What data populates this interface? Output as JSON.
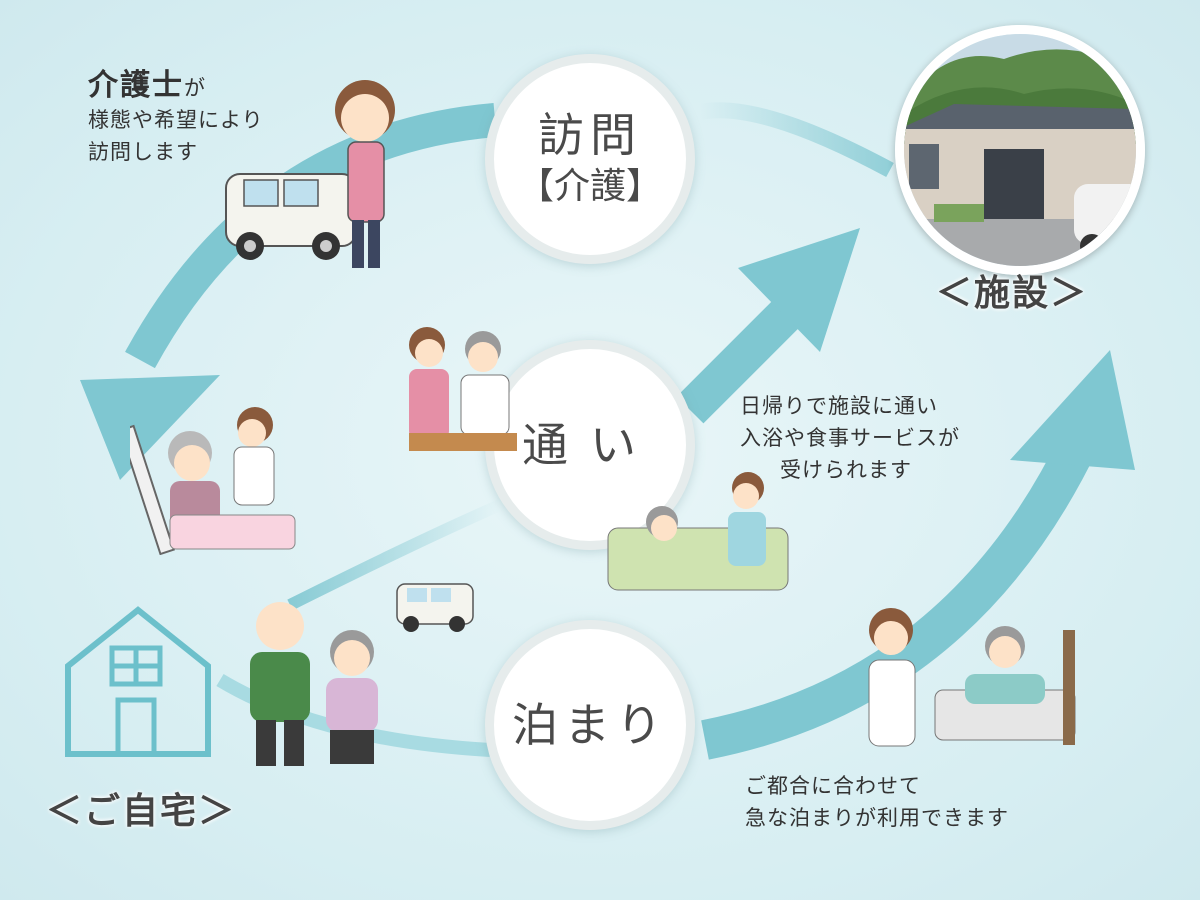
{
  "circles": {
    "visit": {
      "title": "訪問",
      "subtitle": "【介護】"
    },
    "day": {
      "title": "通い"
    },
    "stay": {
      "title": "泊まり"
    }
  },
  "descriptions": {
    "visit": {
      "emphasis": "介護士",
      "particle": "が",
      "line2": "様態や希望により",
      "line3": "訪問します"
    },
    "day": {
      "line1": "日帰りで施設に通い",
      "line2": "入浴や食事サービスが",
      "line3": "受けられます"
    },
    "stay": {
      "line1": "ご都合に合わせて",
      "line2": "急な泊まりが利用できます"
    }
  },
  "places": {
    "facility": "＜施設＞",
    "home": "＜ご自宅＞"
  },
  "colors": {
    "background": "#dcf0f3",
    "arrow": "#7fc7d1",
    "circle_fill": "#ffffff",
    "circle_border": "#e6ecec",
    "text": "#4a4a4a"
  }
}
